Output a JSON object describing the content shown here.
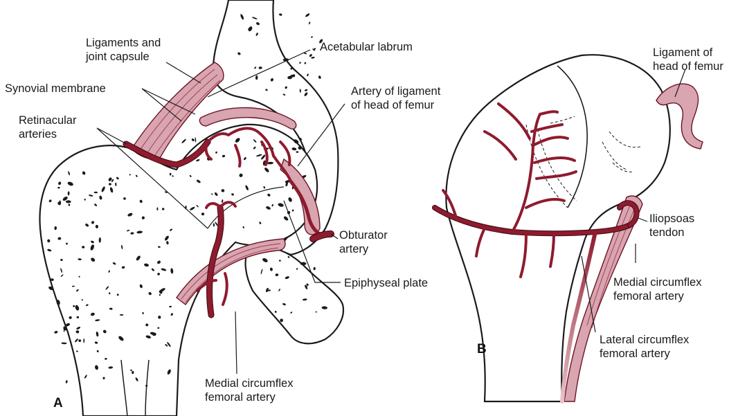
{
  "panels": {
    "a": "A",
    "b": "B"
  },
  "labels_a": {
    "ligaments_joint_capsule": "Ligaments and\njoint capsule",
    "acetabular_labrum": "Acetabular labrum",
    "synovial_membrane": "Synovial membrane",
    "artery_ligament_head": "Artery of ligament\nof head of femur",
    "retinacular_arteries": "Retinacular\narteries",
    "obturator_artery": "Obturator\nartery",
    "epiphyseal_plate": "Epiphyseal plate",
    "medial_circumflex": "Medial circumflex\nfemoral artery"
  },
  "labels_b": {
    "ligament_head_femur": "Ligament of\nhead of femur",
    "iliopsoas_tendon": "Iliopsoas\ntendon",
    "medial_circumflex": "Medial circumflex\nfemoral artery",
    "lateral_circumflex": "Lateral circumflex\nfemoral artery"
  },
  "colors": {
    "artery": "#8e1b2e",
    "tissue": "#d8a5b0",
    "outline": "#1a1a1a"
  }
}
